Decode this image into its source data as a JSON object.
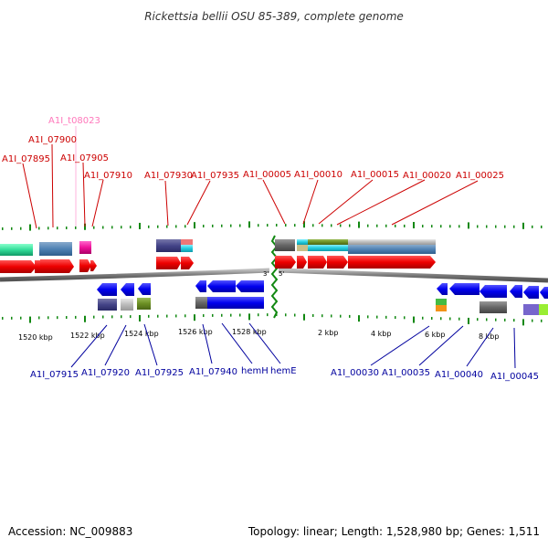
{
  "title": "Rickettsia bellii OSU 85-389, complete genome",
  "footer": {
    "accession": "Accession: NC_009883",
    "summary": "Topology: linear; Length: 1,528,980 bp; Genes: 1,511"
  },
  "ends": {
    "three_prime": "3'",
    "five_prime": "5'"
  },
  "colors": {
    "forward_label": "#cc0000",
    "reverse_label": "#00009e",
    "trna_label": "#ff77bb",
    "cds_forward": "#ff0000",
    "cds_reverse": "#0000ee",
    "backbone": "#777777",
    "tick": "#118811",
    "break_mark": "#118811"
  },
  "tick_labels": [
    {
      "id": "1520",
      "text": "1520 kbp"
    },
    {
      "id": "1522",
      "text": "1522 kbp"
    },
    {
      "id": "1524",
      "text": "1524 kbp"
    },
    {
      "id": "1526",
      "text": "1526 kbp"
    },
    {
      "id": "1528",
      "text": "1528 kbp"
    },
    {
      "id": "2",
      "text": "2 kbp"
    },
    {
      "id": "4",
      "text": "4 kbp"
    },
    {
      "id": "6",
      "text": "6 kbp"
    },
    {
      "id": "8",
      "text": "8 kbp"
    }
  ],
  "top_labels": [
    {
      "id": "t08023",
      "text": "A1I_t08023",
      "kind": "trna"
    },
    {
      "id": "07900",
      "text": "A1I_07900",
      "kind": "forward"
    },
    {
      "id": "07895",
      "text": "A1I_07895",
      "kind": "forward"
    },
    {
      "id": "07905",
      "text": "A1I_07905",
      "kind": "forward"
    },
    {
      "id": "07910",
      "text": "A1I_07910",
      "kind": "forward"
    },
    {
      "id": "07930",
      "text": "A1I_07930",
      "kind": "forward"
    },
    {
      "id": "07935",
      "text": "A1I_07935",
      "kind": "forward"
    },
    {
      "id": "00005",
      "text": "A1I_00005",
      "kind": "forward"
    },
    {
      "id": "00010",
      "text": "A1I_00010",
      "kind": "forward"
    },
    {
      "id": "00015",
      "text": "A1I_00015",
      "kind": "forward"
    },
    {
      "id": "00020",
      "text": "A1I_00020",
      "kind": "forward"
    },
    {
      "id": "00025",
      "text": "A1I_00025",
      "kind": "forward"
    }
  ],
  "bottom_labels": [
    {
      "id": "07915",
      "text": "A1I_07915"
    },
    {
      "id": "07920",
      "text": "A1I_07920"
    },
    {
      "id": "07925",
      "text": "A1I_07925"
    },
    {
      "id": "07940",
      "text": "A1I_07940"
    },
    {
      "id": "hemH",
      "text": "hemH"
    },
    {
      "id": "hemE",
      "text": "hemE"
    },
    {
      "id": "00030",
      "text": "A1I_00030"
    },
    {
      "id": "00035",
      "text": "A1I_00035"
    },
    {
      "id": "00040",
      "text": "A1I_00040"
    },
    {
      "id": "00045",
      "text": "A1I_00045"
    }
  ]
}
